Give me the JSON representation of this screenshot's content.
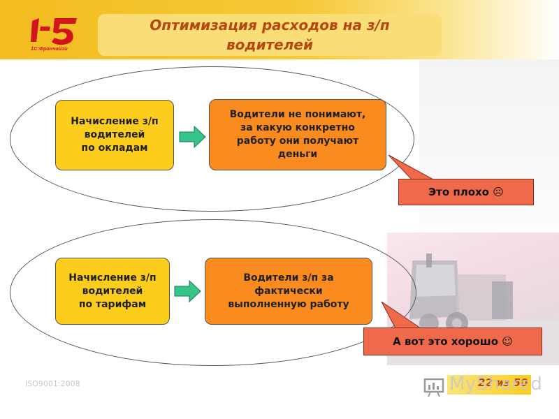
{
  "slide": {
    "title_line1": "Оптимизация расходов на з/п",
    "title_line2": "водителей",
    "logo_text": "1С:Франчайзи",
    "logo_mark": "1-5"
  },
  "top_scheme": {
    "left_box": "Начисление з/п\nводителей\nпо окладам",
    "right_box": "Водители не понимают,\nза какую конкретно\nработу они получают\nденьги",
    "callout": "Это плохо ☹"
  },
  "bottom_scheme": {
    "left_box": "Начисление з/п\nводителей\nпо тарифам",
    "right_box": "Водители з/п за\nфактически\nвыполненную работу",
    "callout": "А вот это хорошо ☺"
  },
  "footer": {
    "iso": "ISO9001:2008",
    "page": "22 из 50",
    "watermark": "MyShared"
  },
  "colors": {
    "accent_yellow": "#fccd1c",
    "accent_orange": "#f98b1f",
    "callout_red": "#ef6a4a",
    "title_color": "#b54712",
    "arrow_green": "#35c48a"
  }
}
